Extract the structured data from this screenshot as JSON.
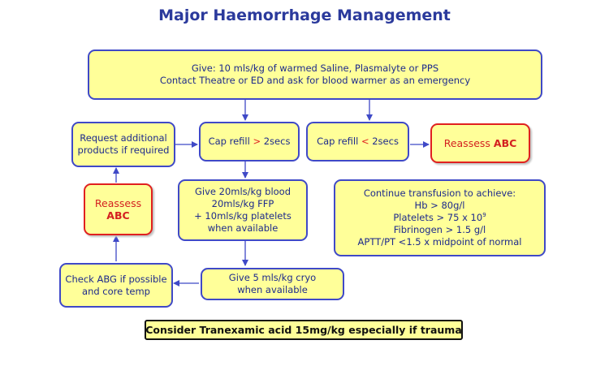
{
  "title": "Major Haemorrhage Management",
  "give_box": {
    "line1": "Give: 10 mls/kg of warmed Saline, Plasmalyte or PPS",
    "line2": "Contact Theatre or ED and ask for blood warmer as an emergency"
  },
  "request_box": {
    "line1": "Request additional",
    "line2": "products if required"
  },
  "cap_refill_high": {
    "prefix": "Cap refill ",
    "operator": ">",
    "suffix": " 2secs"
  },
  "cap_refill_low": {
    "prefix": "Cap refill ",
    "operator": "<",
    "suffix": " 2secs"
  },
  "reassess_right": {
    "word": "Reassess ",
    "abc": "ABC"
  },
  "reassess_left": {
    "word": "Reassess",
    "abc": "ABC"
  },
  "give_blood_box": {
    "line1": "Give 20mls/kg blood",
    "line2": "20mls/kg FFP",
    "line3": "+ 10mls/kg platelets",
    "line4": "when available"
  },
  "continue_box": {
    "line1": "Continue transfusion to achieve:",
    "line2": "Hb > 80g/l",
    "line3_prefix": "Platelets > 75 x 10",
    "line3_sup": "9",
    "line4": "Fibrinogen > 1.5 g/l",
    "line5": "APTT/PT <1.5 x midpoint of normal"
  },
  "check_abg_box": {
    "line1": "Check ABG if possible",
    "line2": "and core temp"
  },
  "cryo_box": {
    "line1": "Give 5 mls/kg cryo",
    "line2": "when available"
  },
  "tranexamic_note": "Consider Tranexamic acid 15mg/kg especially if trauma",
  "colors": {
    "box_fill": "#ffff99",
    "box_border": "#3f49c7",
    "alert_border": "#e02020",
    "title": "#2b3a9c",
    "arrow": "#3f49c7"
  }
}
